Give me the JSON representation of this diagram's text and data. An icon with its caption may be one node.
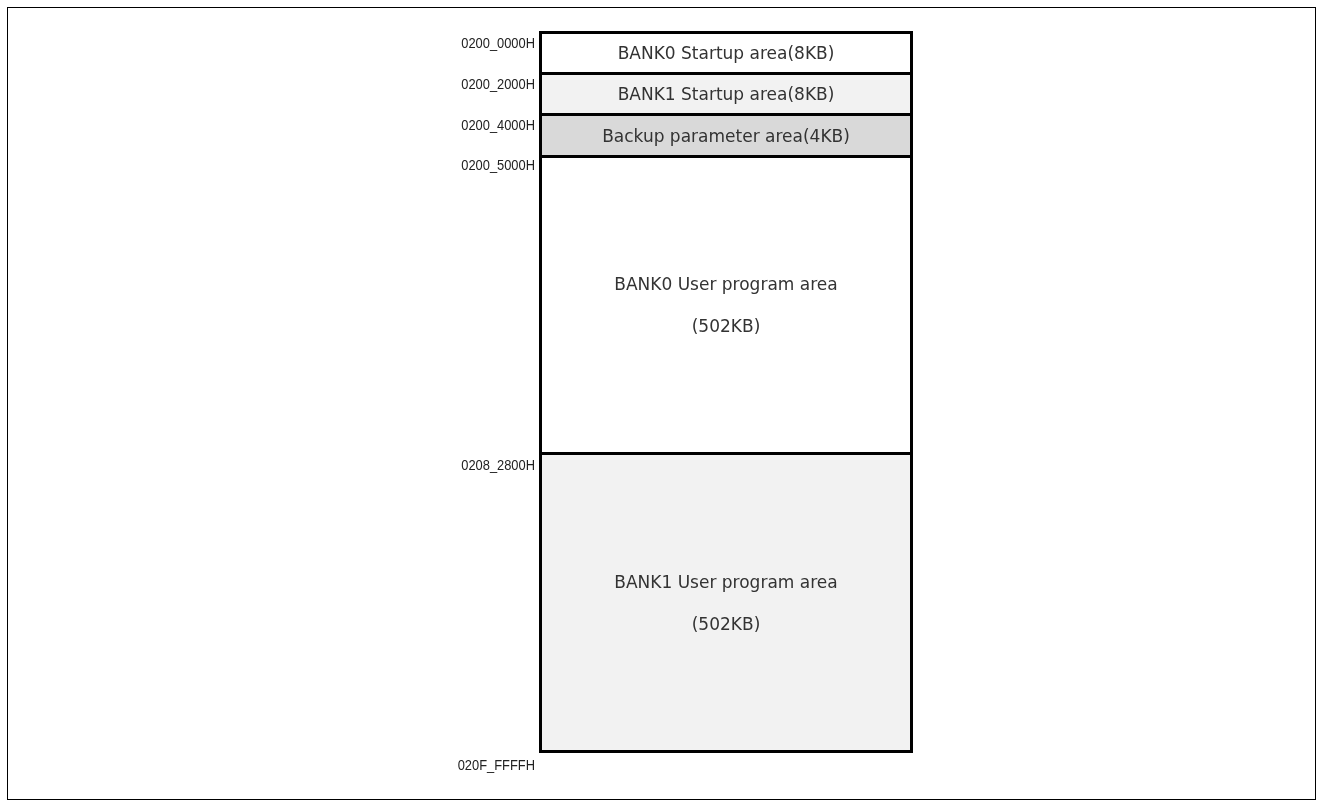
{
  "diagram": {
    "nodes": [
      {
        "text": [
          "BANK0 Startup area(8KB)"
        ]
      },
      {
        "text": [
          "BANK1 Startup area(8KB)"
        ]
      },
      {
        "text": [
          "Backup parameter area(4KB)"
        ]
      },
      {
        "text": [
          "BANK0 User program area (502KB)"
        ]
      },
      {
        "text": [
          "BANK1 User program area (502KB)"
        ]
      }
    ],
    "labels": [
      "0200_0000H",
      "0200_2000H",
      "0200_4000H",
      "0200_5000H",
      "0208_2800H",
      "020F_FFFFH"
    ]
  }
}
